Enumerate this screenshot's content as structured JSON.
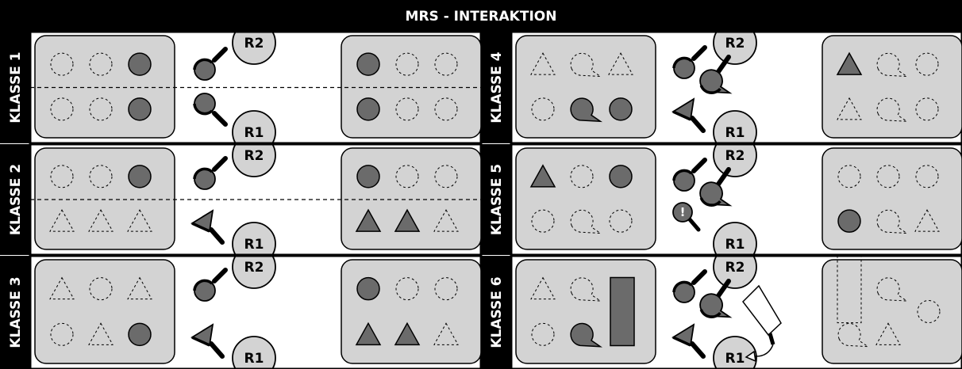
{
  "header": {
    "title": "MRS - INTERAKTION"
  },
  "colors": {
    "frame": "#000000",
    "panel_fill": "#d3d3d3",
    "object_fill": "#6b6b6b",
    "background": "#ffffff"
  },
  "robots": {
    "top_label": "R2",
    "bottom_label": "R1"
  },
  "panels": [
    {
      "label": "KLASSE 1",
      "left": [
        "empty-circle",
        "empty-circle",
        "filled-circle",
        "empty-circle",
        "empty-circle",
        "filled-circle"
      ],
      "right": [
        "filled-circle",
        "empty-circle",
        "empty-circle",
        "filled-circle",
        "empty-circle",
        "empty-circle"
      ],
      "grip_top": "round",
      "grip_bottom": "round",
      "divider": true
    },
    {
      "label": "KLASSE 2",
      "left": [
        "empty-circle",
        "empty-circle",
        "filled-circle",
        "empty-triangle",
        "empty-triangle",
        "empty-triangle"
      ],
      "right": [
        "filled-circle",
        "empty-circle",
        "empty-circle",
        "filled-triangle",
        "filled-triangle",
        "empty-triangle"
      ],
      "grip_top": "round",
      "grip_bottom": "triangle",
      "divider": true
    },
    {
      "label": "KLASSE 3",
      "left": [
        "empty-triangle",
        "empty-circle",
        "empty-triangle",
        "empty-circle",
        "empty-triangle",
        "filled-circle"
      ],
      "right": [
        "filled-circle",
        "empty-circle",
        "empty-circle",
        "filled-triangle",
        "filled-triangle",
        "empty-triangle"
      ],
      "grip_top": "round",
      "grip_bottom": "triangle",
      "divider": false
    },
    {
      "label": "KLASSE 4",
      "left": [
        "empty-triangle",
        "empty-drop",
        "empty-triangle",
        "empty-circle",
        "filled-drop",
        "filled-circle"
      ],
      "right": [
        "filled-triangle",
        "empty-drop",
        "empty-circle",
        "empty-triangle",
        "empty-drop",
        "empty-circle"
      ],
      "grip_top": "round+drop",
      "grip_bottom": "triangle",
      "divider": false
    },
    {
      "label": "KLASSE 5",
      "left": [
        "filled-triangle",
        "empty-circle",
        "filled-circle",
        "empty-circle",
        "empty-drop",
        "empty-circle"
      ],
      "right": [
        "empty-circle",
        "empty-circle",
        "empty-circle",
        "filled-circle",
        "empty-drop",
        "empty-triangle"
      ],
      "grip_top": "round+drop",
      "grip_bottom": "alert",
      "alert_mark": "!",
      "divider": false
    },
    {
      "label": "KLASSE 6",
      "left": [
        "empty-triangle",
        "empty-drop",
        "filled-rect",
        "empty-circle",
        "filled-drop"
      ],
      "right": [
        "empty-rect",
        "empty-drop",
        "empty-circle",
        "empty-drop",
        "empty-triangle"
      ],
      "grip_top": "round+drop",
      "grip_bottom": "triangle",
      "divider": false,
      "tool": true
    }
  ]
}
